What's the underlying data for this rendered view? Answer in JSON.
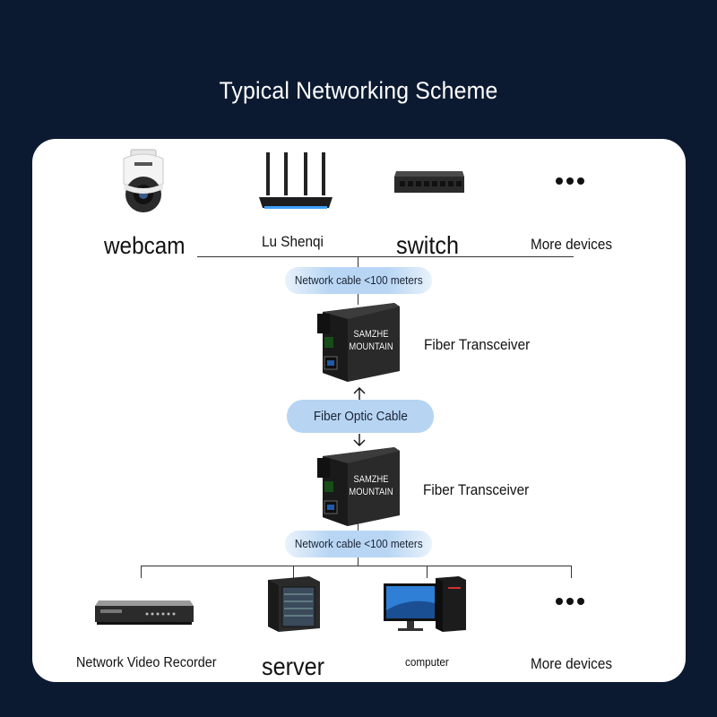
{
  "title": "Typical Networking Scheme",
  "top_devices": [
    {
      "label": "webcam",
      "icon": "ptz-camera-icon"
    },
    {
      "label": "Lu Shenqi",
      "icon": "wifi-router-icon"
    },
    {
      "label": "switch",
      "icon": "network-switch-icon"
    },
    {
      "label": "More devices",
      "icon": "more-dots-icon"
    }
  ],
  "cable_top": "Network cable <100 meters",
  "transceiver_top": {
    "label": "Fiber Transceiver",
    "brand": [
      "SAMZHE",
      "MOUNTAIN"
    ]
  },
  "fiber_cable": "Fiber Optic Cable",
  "transceiver_bottom": {
    "label": "Fiber Transceiver",
    "brand": [
      "SAMZHE",
      "MOUNTAIN"
    ]
  },
  "cable_bottom": "Network cable <100 meters",
  "bottom_devices": [
    {
      "label": "Network Video Recorder",
      "icon": "nvr-icon"
    },
    {
      "label": "server",
      "icon": "server-rack-icon"
    },
    {
      "label": "computer",
      "icon": "desktop-computer-icon"
    },
    {
      "label": "More devices",
      "icon": "more-dots-icon"
    }
  ],
  "colors": {
    "background": "#0c1a31",
    "panel": "#ffffff",
    "pill": "#b7d5f3"
  }
}
